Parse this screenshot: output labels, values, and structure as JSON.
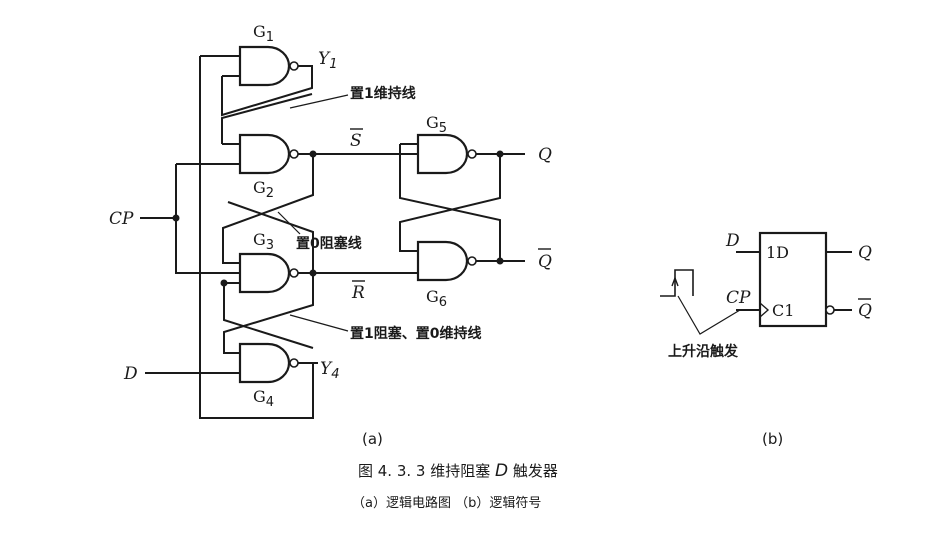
{
  "circuit_a": {
    "gates": {
      "g1": {
        "name": "G",
        "sub": "1"
      },
      "g2": {
        "name": "G",
        "sub": "2"
      },
      "g3": {
        "name": "G",
        "sub": "3"
      },
      "g4": {
        "name": "G",
        "sub": "4"
      },
      "g5": {
        "name": "G",
        "sub": "5"
      },
      "g6": {
        "name": "G",
        "sub": "6"
      }
    },
    "signals": {
      "y1": {
        "name": "Y",
        "sub": "1"
      },
      "y4": {
        "name": "Y",
        "sub": "4"
      },
      "s_bar": "S",
      "r_bar": "R",
      "q": "Q",
      "q_bar": "Q",
      "cp": "CP",
      "d": "D"
    },
    "annotations": {
      "set1_hold": "置1维持线",
      "set0_block": "置0阻塞线",
      "set1_block_set0_hold": "置1阻塞、置0维持线"
    },
    "sublabel": "(a)"
  },
  "symbol_b": {
    "in_d": "D",
    "in_cp": "CP",
    "box_1d": "1D",
    "box_c1": "C1",
    "out_q": "Q",
    "out_q_bar": "Q",
    "trigger_note": "上升沿触发",
    "sublabel": "(b)"
  },
  "caption": {
    "line1_prefix": "图 4. 3. 3    维持阻塞 ",
    "line1_italic": "D",
    "line1_suffix": " 触发器",
    "line2": "（a）逻辑电路图   （b）逻辑符号"
  }
}
